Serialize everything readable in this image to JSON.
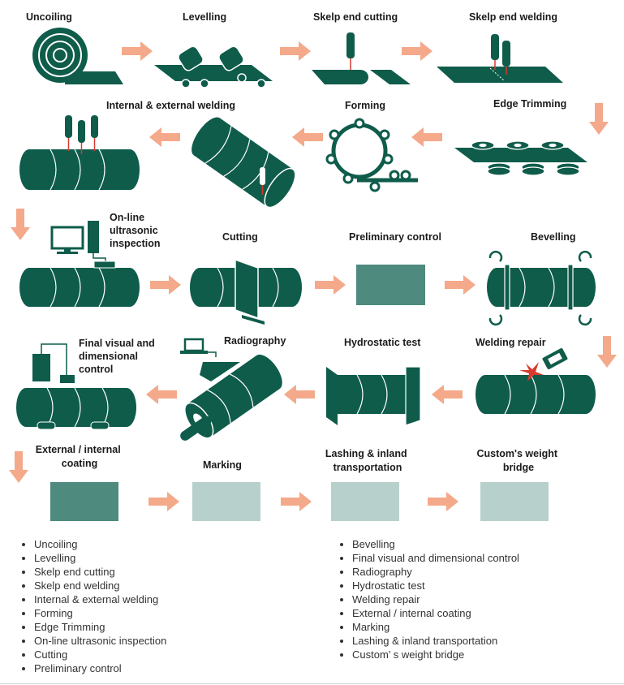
{
  "colors": {
    "pipe": "#0f5c4b",
    "arrow": "#f4a98a",
    "spark": "#d83a2e",
    "teal_box": "#4e8a7e",
    "pale_box": "#b8d0cb"
  },
  "steps": {
    "uncoiling": "Uncoiling",
    "levelling": "Levelling",
    "skelp_cutting": "Skelp end cutting",
    "skelp_welding": "Skelp end welding",
    "edge_trimming": "Edge Trimming",
    "forming": "Forming",
    "int_ext_welding": "Internal & external welding",
    "ultrasonic": [
      "On-line",
      "ultrasonic",
      "inspection"
    ],
    "cutting": "Cutting",
    "preliminary": "Preliminary control",
    "bevelling": "Bevelling",
    "welding_repair": "Welding repair",
    "hydrostatic": "Hydrostatic test",
    "radiography": "Radiography",
    "final_visual": [
      "Final visual and",
      "dimensional",
      "control"
    ],
    "coating": [
      "External / internal",
      "coating"
    ],
    "marking": "Marking",
    "lashing": [
      "Lashing & inland",
      "transportation"
    ],
    "weight_bridge": [
      "Custom's weight",
      "bridge"
    ]
  },
  "list_left": [
    "Uncoiling",
    "Levelling",
    "Skelp end cutting",
    "Skelp end welding",
    "Internal & external welding",
    "Forming",
    "Edge Trimming",
    "On-line ultrasonic inspection",
    "Cutting",
    "Preliminary control"
  ],
  "list_right": [
    "Bevelling",
    "Final visual and dimensional control",
    "Radiography",
    "Hydrostatic test",
    "Welding repair",
    "External / internal coating",
    "Marking",
    "Lashing & inland transportation",
    "Custom’ s weight bridge"
  ]
}
